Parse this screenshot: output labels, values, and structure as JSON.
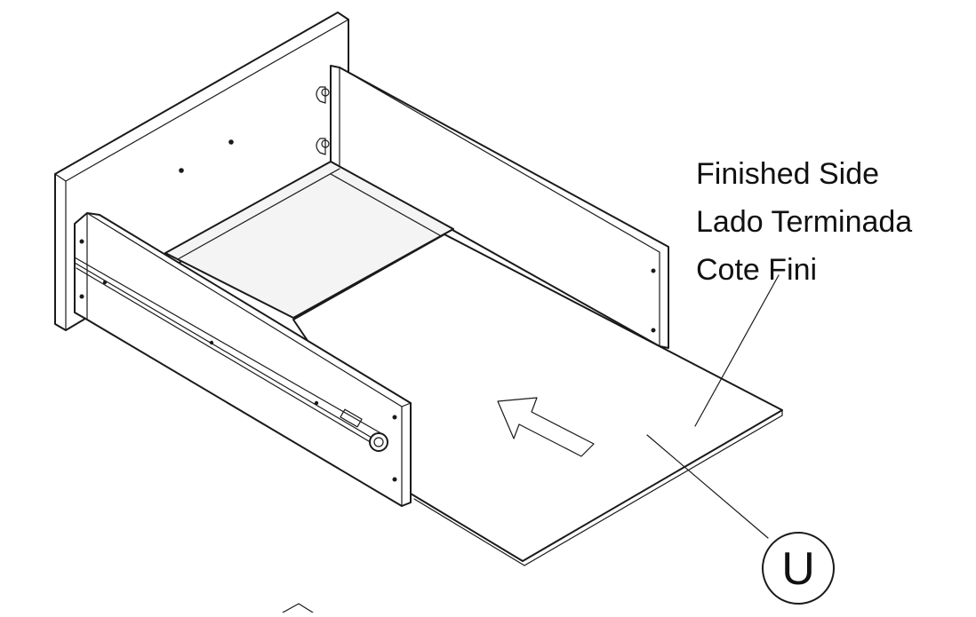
{
  "callout": {
    "lines": [
      "Finished Side",
      "Lado Terminada",
      "Cote Fini"
    ]
  },
  "part_label": "U"
}
